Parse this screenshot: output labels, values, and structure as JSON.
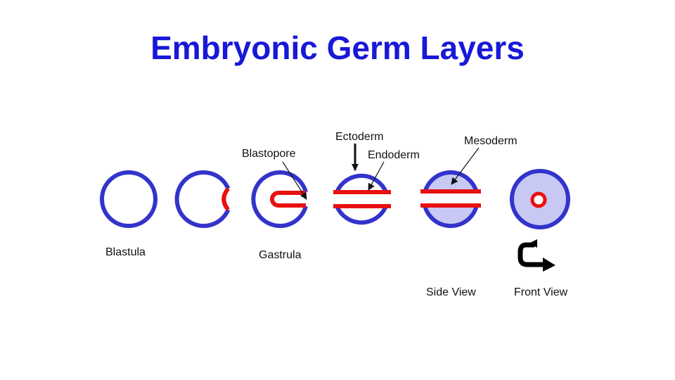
{
  "title": "Embryonic Germ Layers",
  "labels": {
    "blastula": "Blastula",
    "gastrula": "Gastrula",
    "blastopore": "Blastopore",
    "ectoderm": "Ectoderm",
    "endoderm": "Endoderm",
    "mesoderm": "Mesoderm",
    "side_view": "Side View",
    "front_view": "Front View"
  },
  "colors": {
    "title": "#1818d8",
    "outline": "#3333cc",
    "layer": "#e81010",
    "fill": "#c8c8f4",
    "label": "#111111"
  }
}
